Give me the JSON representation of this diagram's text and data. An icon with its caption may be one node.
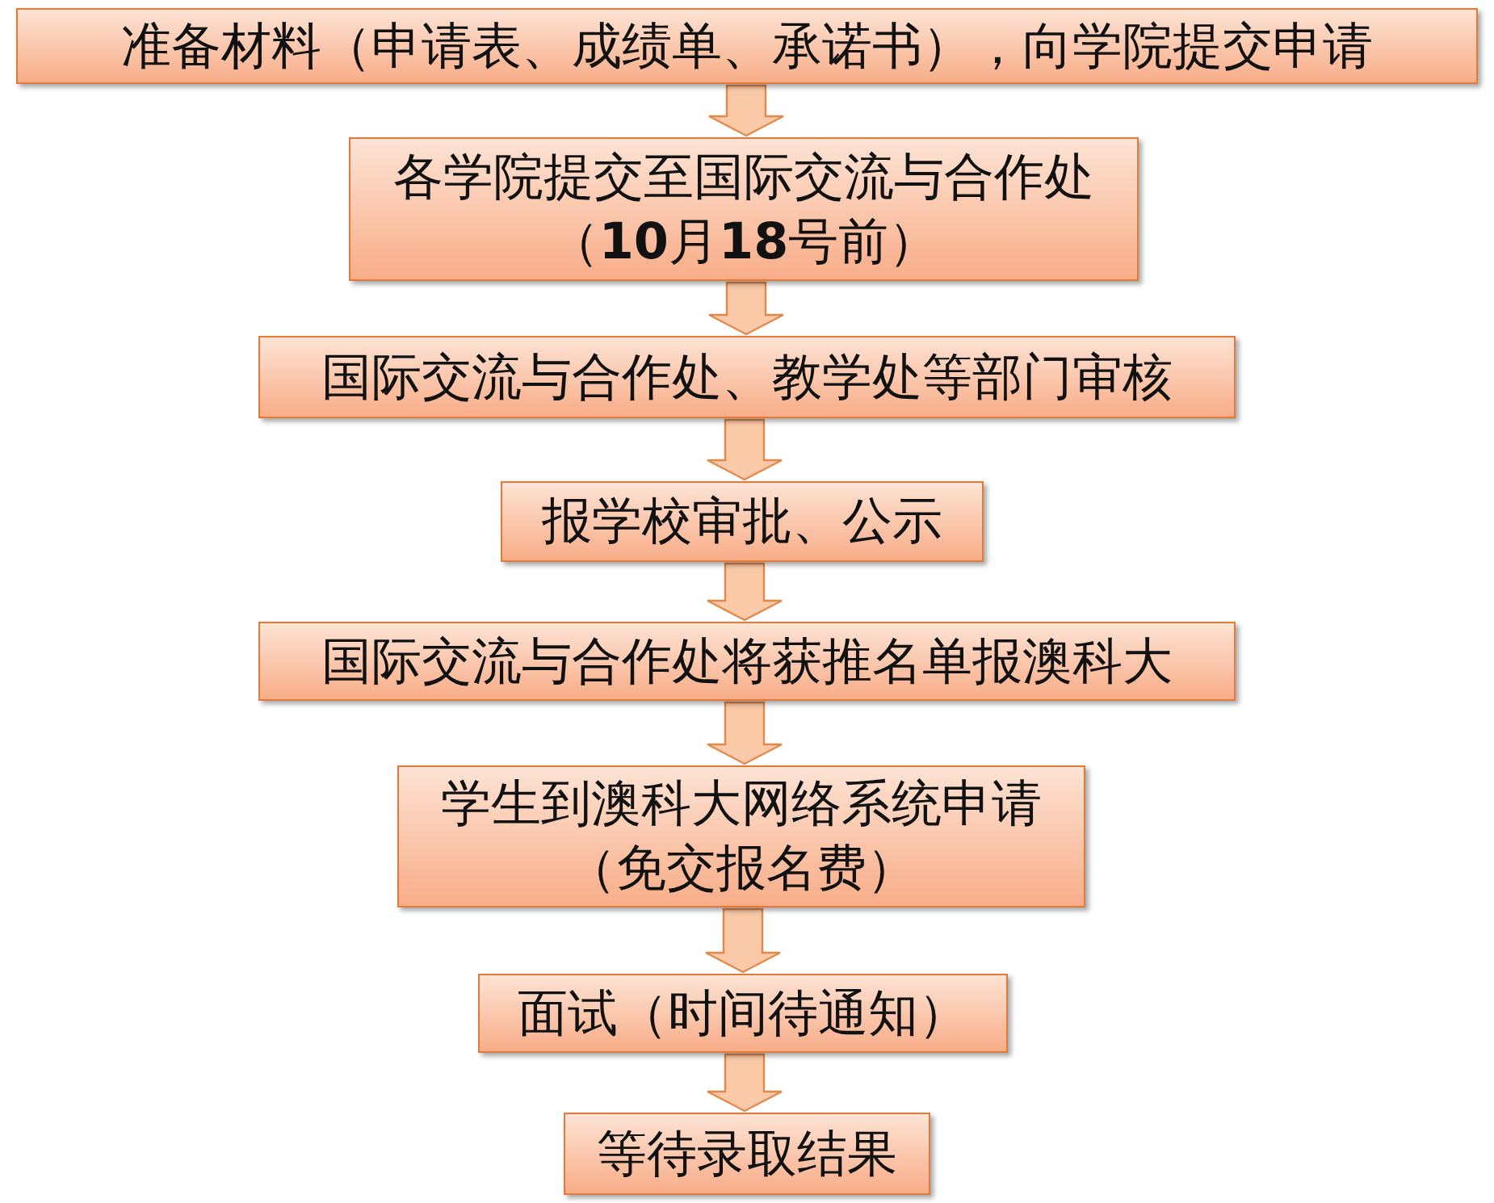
{
  "diagram": {
    "nodes": [
      {
        "text": [
          "准备材料（申请表、成绩单、承诺书），向学院提交申请"
        ]
      },
      {
        "text": [
          "各学院提交至国际交流与合作处（**10**月**18**号前）"
        ]
      },
      {
        "text": [
          "国际交流与合作处、教学处等部门审核"
        ]
      },
      {
        "text": [
          "报学校审批、公示"
        ]
      },
      {
        "text": [
          "国际交流与合作处将获推名单报澳科大"
        ]
      },
      {
        "text": [
          "学生到澳科大网络系统申请（免交报名费）"
        ]
      },
      {
        "text": [
          "面试（时间待通知）"
        ]
      },
      {
        "text": [
          "等待录取结果"
        ]
      }
    ],
    "edges": [
      {
        "from": 0,
        "to": 1,
        "arrow": "to"
      },
      {
        "from": 1,
        "to": 2,
        "arrow": "to"
      },
      {
        "from": 2,
        "to": 3,
        "arrow": "to"
      },
      {
        "from": 3,
        "to": 4,
        "arrow": "to"
      },
      {
        "from": 4,
        "to": 5,
        "arrow": "to"
      },
      {
        "from": 5,
        "to": 6,
        "arrow": "to"
      },
      {
        "from": 6,
        "to": 7,
        "arrow": "to"
      }
    ]
  }
}
